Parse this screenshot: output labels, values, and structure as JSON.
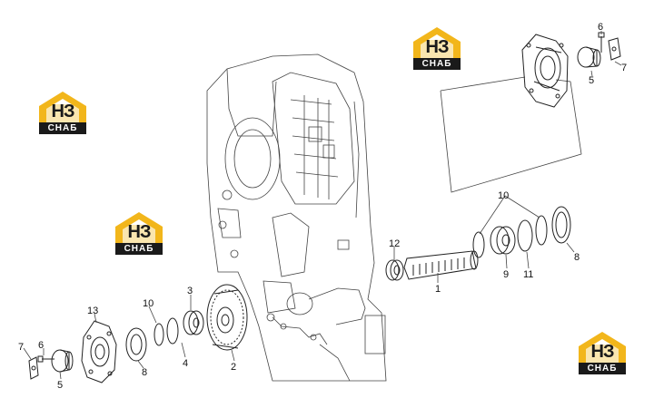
{
  "logo": {
    "mark": "НЗ",
    "text": "СНАБ"
  },
  "part_labels": {
    "p1": "1",
    "p2": "2",
    "p3": "3",
    "p4": "4",
    "p5a": "5",
    "p5b": "5",
    "p6a": "6",
    "p6b": "6",
    "p7a": "7",
    "p7b": "7",
    "p8a": "8",
    "p8b": "8",
    "p9": "9",
    "p10a": "10",
    "p10b": "10",
    "p11": "11",
    "p12": "12",
    "p13": "13"
  },
  "colors": {
    "logo_orange": "#f2b61b",
    "logo_dark": "#1a1a1a",
    "line": "#222222"
  }
}
